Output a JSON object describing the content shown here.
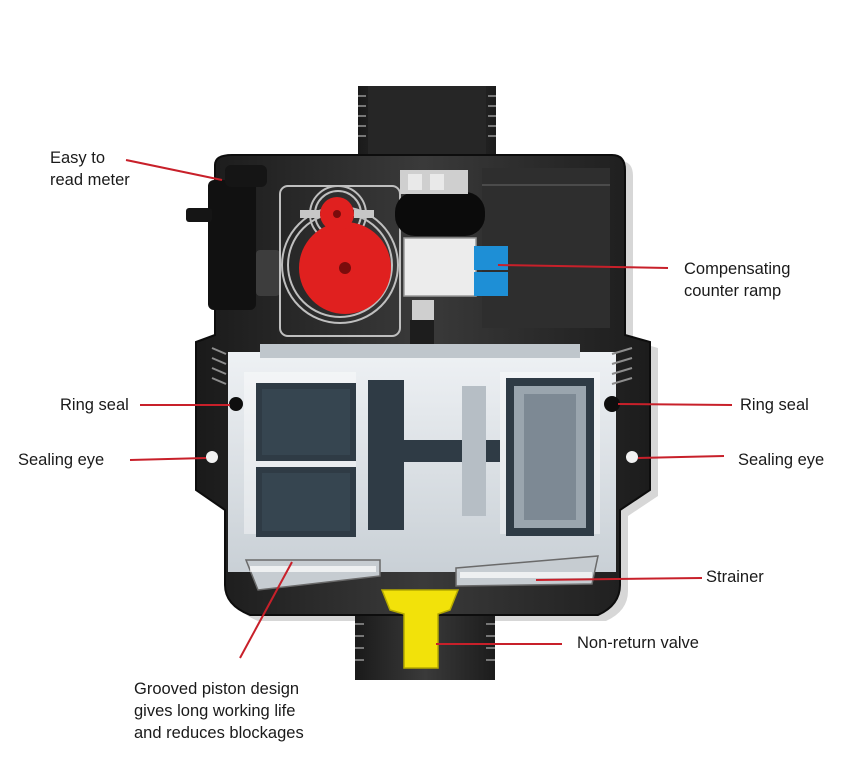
{
  "labels": {
    "meter": [
      "Easy to",
      "read meter"
    ],
    "ramp": [
      "Compensating",
      "counter ramp"
    ],
    "ring_seal_left": "Ring seal",
    "ring_seal_right": "Ring seal",
    "sealing_eye_left": "Sealing eye",
    "sealing_eye_right": "Sealing eye",
    "strainer": "Strainer",
    "valve": "Non-return valve",
    "piston": [
      "Grooved piston design",
      "gives long working life",
      "and reduces blockages"
    ]
  },
  "colors": {
    "leader": "#c8202a",
    "body": "#2b2b2b",
    "body_dark": "#151515",
    "chamber": "#d9dee3",
    "piston": "#2f3b45",
    "dial": "#e0201f",
    "ramp_block": "#1e8fd6",
    "valve": "#f2e20a",
    "text": "#1a1a1a"
  }
}
